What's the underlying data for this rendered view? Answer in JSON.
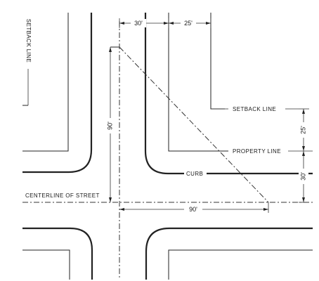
{
  "labels": {
    "setback_vertical": "SETBACK LINE",
    "setback_horizontal": "SETBACK LINE",
    "property_line": "PROPERTY LINE",
    "curb": "CURB",
    "centerline": "CENTERLINE OF STREET"
  },
  "dimensions": {
    "top_left": "30'",
    "top_right": "25'",
    "vertical_90": "90'",
    "horizontal_90": "90'",
    "right_25": "25'",
    "right_30": "30'"
  }
}
